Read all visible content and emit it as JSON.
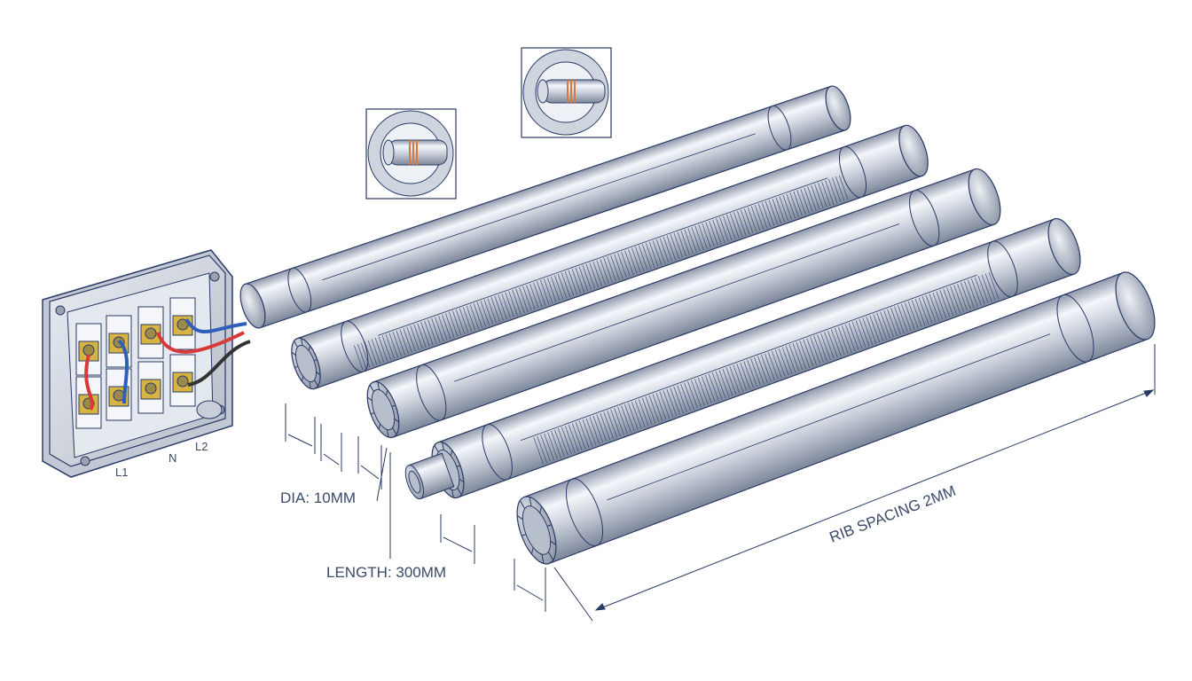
{
  "colors": {
    "outline": "#2a3a66",
    "metal_light": "#f2f4f8",
    "metal_mid": "#c4cad6",
    "metal_dark": "#8a93a6",
    "terminal_gold": "#d7b441",
    "wire_red": "#d83a3a",
    "wire_blue": "#2f5fb8",
    "wire_black": "#333333",
    "label_text": "#3a4a68"
  },
  "junction_box": {
    "terminal_labels": [
      "L1",
      "N",
      "L2"
    ]
  },
  "callouts": {
    "inset_top_left": "ribbed-shaft-icon",
    "inset_top_right": "ribbed-shaft-icon"
  },
  "dimensions": {
    "diameter": "DIA: 10MM",
    "length": "LENGTH: 300MM",
    "rib_spacing": "RIB SPACING 2MM"
  },
  "tubes": [
    {
      "name": "tube-1",
      "ribbed": false
    },
    {
      "name": "tube-2",
      "ribbed": true
    },
    {
      "name": "tube-3",
      "ribbed": false
    },
    {
      "name": "tube-4",
      "ribbed": true
    },
    {
      "name": "tube-5",
      "ribbed": false
    }
  ]
}
